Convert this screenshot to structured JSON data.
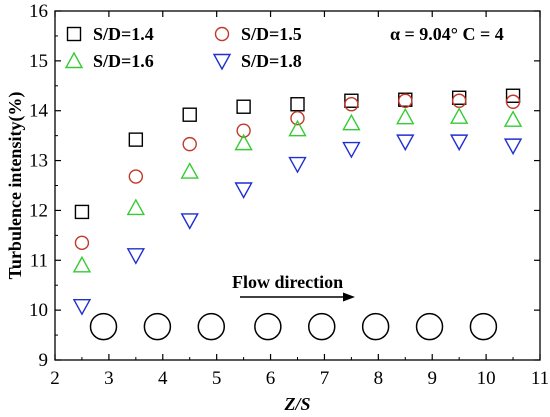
{
  "chart_data": {
    "type": "scatter",
    "xlabel": "Z/S",
    "ylabel": "Turbulence intensity(%)",
    "xlim": [
      2,
      11
    ],
    "ylim": [
      9,
      16
    ],
    "x_ticks": [
      2,
      3,
      4,
      5,
      6,
      7,
      8,
      9,
      10,
      11
    ],
    "y_ticks": [
      9,
      10,
      11,
      12,
      13,
      14,
      15,
      16
    ],
    "grid": false,
    "legend_position": "top-left",
    "x": [
      2.5,
      3.5,
      4.5,
      5.5,
      6.5,
      7.5,
      8.5,
      9.5,
      10.5
    ],
    "series": [
      {
        "name": "S/D=1.4",
        "marker": "square",
        "color": "#000000",
        "values": [
          11.97,
          13.42,
          13.92,
          14.08,
          14.13,
          14.2,
          14.22,
          14.26,
          14.3
        ]
      },
      {
        "name": "S/D=1.5",
        "marker": "circle",
        "color": "#c0392b",
        "values": [
          11.35,
          12.68,
          13.33,
          13.6,
          13.85,
          14.13,
          14.2,
          14.2,
          14.18
        ]
      },
      {
        "name": "S/D=1.6",
        "marker": "triangle-up",
        "color": "#33cc33",
        "values": [
          10.9,
          12.05,
          12.78,
          13.35,
          13.63,
          13.75,
          13.87,
          13.88,
          13.82
        ]
      },
      {
        "name": "S/D=1.8",
        "marker": "triangle-down",
        "color": "#1f2fd0",
        "values": [
          10.08,
          11.1,
          11.8,
          12.42,
          12.93,
          13.23,
          13.38,
          13.38,
          13.3
        ]
      }
    ],
    "annotations": {
      "params": "α = 9.04° C = 4",
      "flow_label": "Flow direction"
    },
    "cylinders_x": [
      2.9,
      3.9,
      4.9,
      5.95,
      6.95,
      7.95,
      8.95,
      9.95
    ],
    "cylinders_y": 9.67
  }
}
